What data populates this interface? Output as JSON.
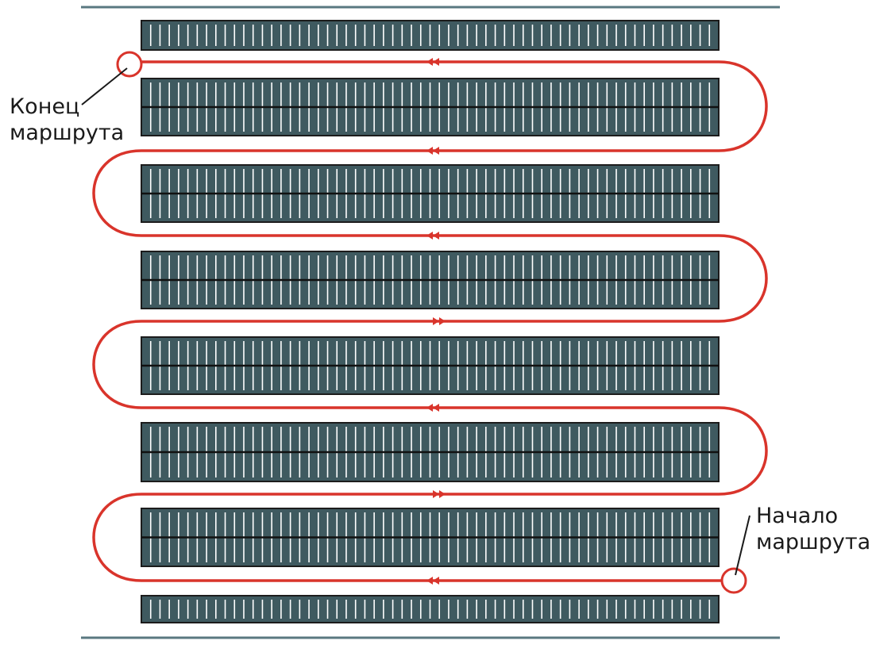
{
  "labels": {
    "end": {
      "line1": "Конец",
      "line2": "маршрута"
    },
    "start": {
      "line1": "Начало",
      "line2": "маршрута"
    }
  },
  "diagram": {
    "panel_rows": 8,
    "full_height_rows": 6,
    "columns_per_row": 62,
    "colors": {
      "panel_fill": "#3f5a60",
      "panel_border": "#1c1c1c",
      "cell_line": "#ffffff",
      "route": "#d9342b",
      "rail": "#5a7880"
    },
    "route_direction": "from start marker (bottom right) to end marker (top left)"
  }
}
